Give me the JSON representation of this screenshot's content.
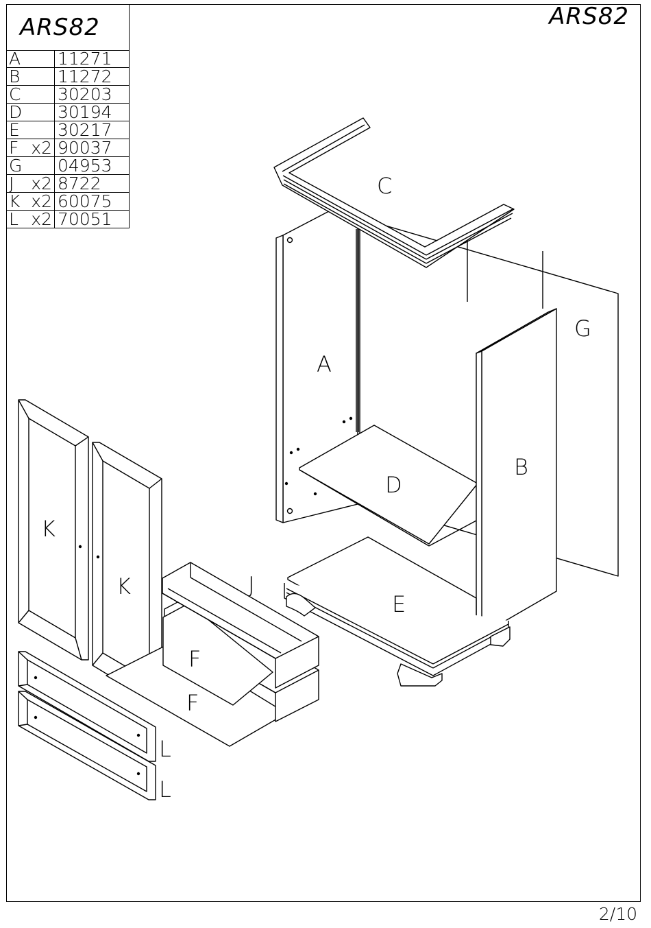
{
  "model_code": "ARS82",
  "page_number": "2/10",
  "parts_list": [
    {
      "letter": "A",
      "qty": "",
      "code": "11271"
    },
    {
      "letter": "B",
      "qty": "",
      "code": "11272"
    },
    {
      "letter": "C",
      "qty": "",
      "code": "30203"
    },
    {
      "letter": "D",
      "qty": "",
      "code": "30194"
    },
    {
      "letter": "E",
      "qty": "",
      "code": "30217"
    },
    {
      "letter": "F",
      "qty": "x2",
      "code": "90037"
    },
    {
      "letter": "G",
      "qty": "",
      "code": "04953"
    },
    {
      "letter": "J",
      "qty": "x2",
      "code": "8722"
    },
    {
      "letter": "K",
      "qty": "x2",
      "code": "60075"
    },
    {
      "letter": "L",
      "qty": "x2",
      "code": "70051"
    }
  ],
  "diagram_labels": {
    "A": "A",
    "B": "B",
    "C": "C",
    "D": "D",
    "E": "E",
    "F1": "F",
    "F2": "F",
    "G": "G",
    "J": "J",
    "K1": "K",
    "K2": "K",
    "L1": "L",
    "L2": "L"
  }
}
